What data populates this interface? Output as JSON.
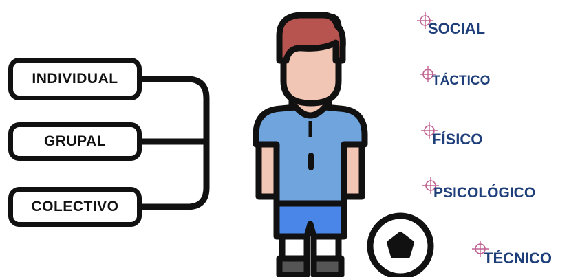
{
  "levels": {
    "individual": "INDIVIDUAL",
    "grupal": "GRUPAL",
    "colectivo": "COLECTIVO"
  },
  "dimensions": {
    "social": "SOCIAL",
    "tactico": "TÁCTICO",
    "fisico": "FÍSICO",
    "psicologico": "PSICOLÓGICO",
    "tecnico": "TÉCNICO"
  },
  "colors": {
    "outline": "#111111",
    "hair": "#b85450",
    "skin": "#f2c6b4",
    "jersey": "#6fa4dc",
    "shorts": "#4a86e8",
    "socks": "#ffffff",
    "boots": "#555555",
    "label_text": "#1f3f7a",
    "crosshair": "#c06090"
  },
  "icons": {
    "player": "football-player-icon",
    "ball": "soccer-ball-icon",
    "marker": "crosshair-icon"
  }
}
